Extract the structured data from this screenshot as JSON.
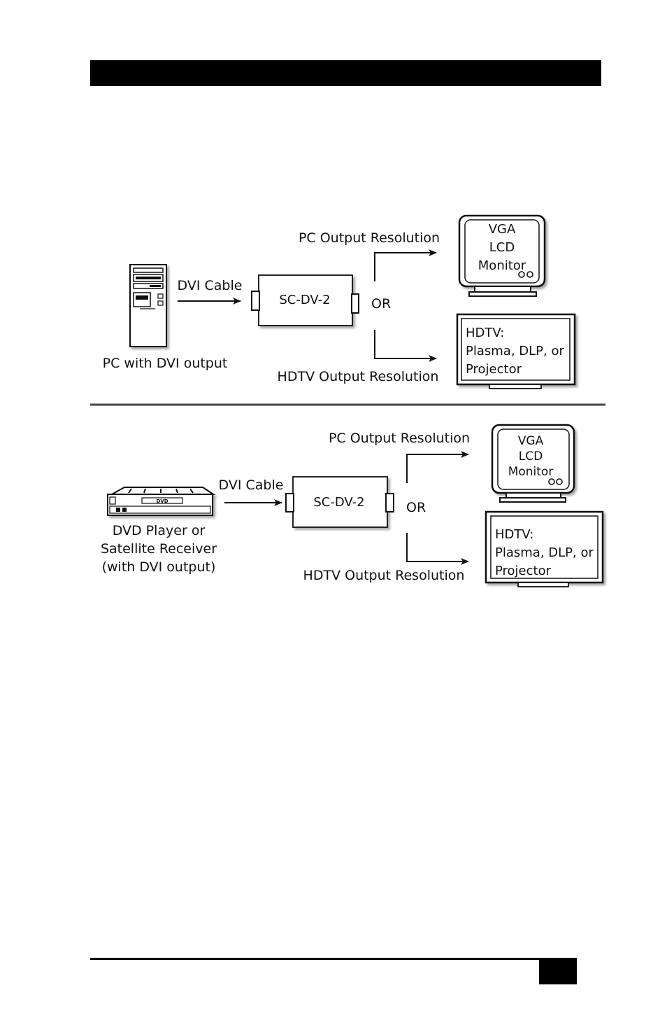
{
  "diagram1": {
    "source_label": "PC with DVI output",
    "cable_label": "DVI Cable",
    "converter_label": "SC-DV-2",
    "pc_output_label": "PC Output Resolution",
    "or_label": "OR",
    "hdtv_output_label": "HDTV Output Resolution",
    "monitor_lines": [
      "VGA",
      "LCD",
      "Monitor"
    ],
    "hdtv_lines": [
      "HDTV:",
      "Plasma, DLP, or",
      "Projector"
    ]
  },
  "diagram2": {
    "source_lines": [
      "DVD Player or",
      "Satellite Receiver",
      "(with DVI output)"
    ],
    "dvd_badge": "DVD",
    "cable_label": "DVI Cable",
    "converter_label": "SC-DV-2",
    "pc_output_label": "PC Output Resolution",
    "or_label": "OR",
    "hdtv_output_label": "HDTV Output Resolution",
    "monitor_lines": [
      "VGA",
      "LCD",
      "Monitor"
    ],
    "hdtv_lines": [
      "HDTV:",
      "Plasma, DLP, or",
      "Projector"
    ]
  }
}
